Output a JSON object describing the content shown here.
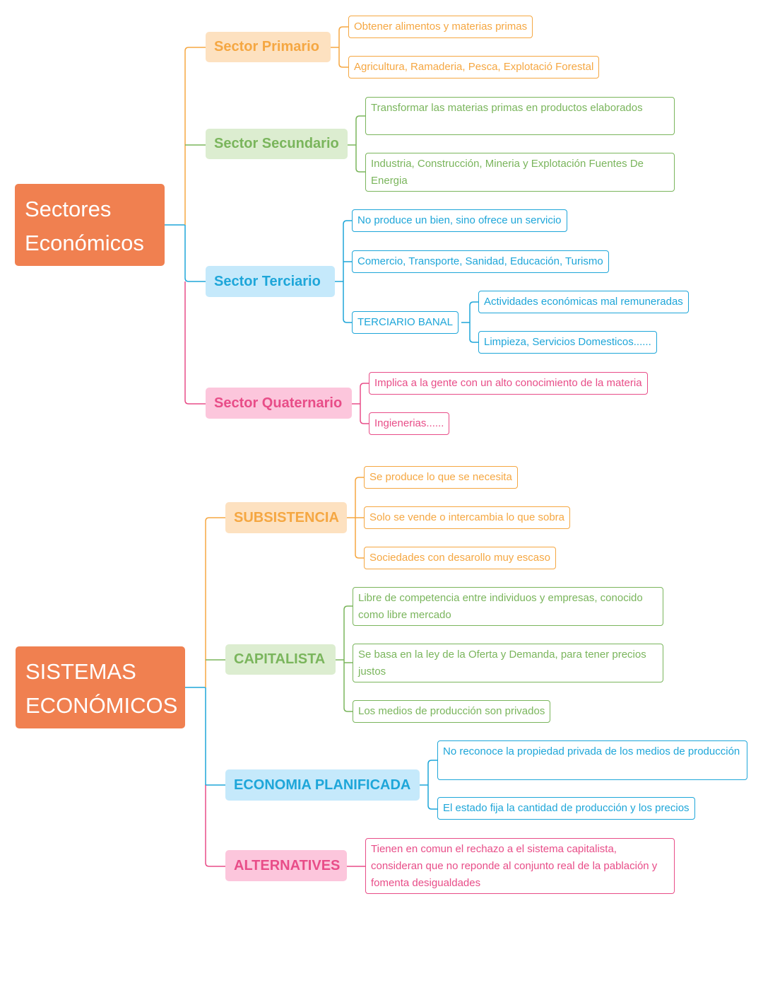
{
  "colors": {
    "root": "#f08050",
    "orange": "#f5a742",
    "green": "#7ab55c",
    "blue": "#1ea6d9",
    "pink": "#e84d88"
  },
  "map1": {
    "root": "Sectores Económicos",
    "root_line1": "Sectores",
    "root_line2": "Económicos",
    "branches": [
      {
        "label": "Sector Primario",
        "leaves": [
          "Obtener alimentos y materias primas",
          "Agricultura, Ramaderia, Pesca, Explotació Forestal"
        ]
      },
      {
        "label": "Sector Secundario",
        "leaves": [
          "Transformar las materias primas en productos elaborados",
          "Industria, Construcción,  Mineria y Explotación Fuentes De Energia"
        ]
      },
      {
        "label": "Sector  Terciario",
        "leaves": [
          "No produce un bien,  sino ofrece un servicio",
          "Comercio, Transporte, Sanidad, Educación,  Turismo",
          "TERCIARIO BANAL"
        ],
        "sub": {
          "parent": "TERCIARIO BANAL",
          "leaves": [
            "Actividades económicas mal remuneradas",
            "Limpieza,  Servicios Domesticos......"
          ]
        }
      },
      {
        "label": "Sector Quaternario",
        "leaves": [
          "Implica a la gente con un alto conocimiento de la materia",
          "Ingienerias......"
        ]
      }
    ]
  },
  "map2": {
    "root": "SISTEMAS ECONÓMICOS",
    "root_line1": "SISTEMAS",
    "root_line2": "ECONÓMICOS",
    "branches": [
      {
        "label": "SUBSISTENCIA",
        "leaves": [
          "Se produce lo que se necesita",
          "Solo se vende o intercambia lo que sobra",
          "Sociedades con desarollo muy escaso"
        ]
      },
      {
        "label": "CAPITALISTA",
        "leaves": [
          "Libre de competencia entre individuos y empresas, conocido como libre mercado",
          "Se basa en la ley de la Oferta y Demanda, para tener precios justos",
          "Los medios de producción son privados"
        ]
      },
      {
        "label": "ECONOMIA PLANIFICADA",
        "leaves": [
          "No reconoce la propiedad privada de  los medios de producción",
          "El estado fija la cantidad de producción y los precios"
        ]
      },
      {
        "label": "ALTERNATIVES",
        "leaves": [
          "Tienen en comun el rechazo a el sistema capitalista, consideran que no reponde al conjunto real de la pablación y fomenta desigualdades"
        ]
      }
    ]
  }
}
